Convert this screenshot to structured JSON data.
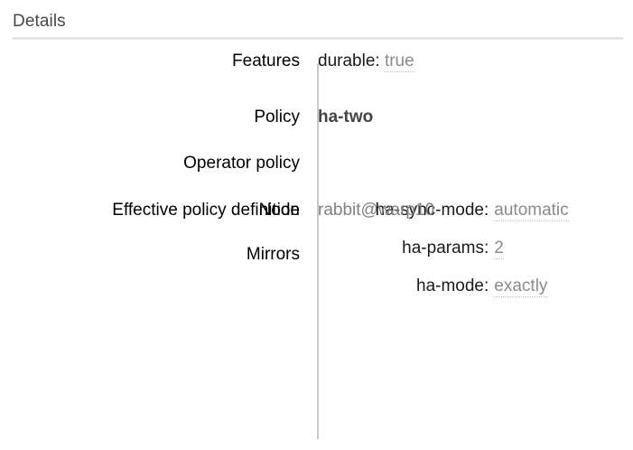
{
  "panel": {
    "title": "Details"
  },
  "rows": [
    {
      "label": "Features",
      "kind": "pairs",
      "pairs": [
        {
          "key": "durable",
          "colon": ":",
          "value": "true",
          "style": "muted"
        }
      ]
    },
    {
      "label": "Policy",
      "kind": "bold",
      "value": "ha-two"
    },
    {
      "label": "Operator policy",
      "kind": "empty",
      "value": ""
    },
    {
      "label": "Effective policy definition",
      "kind": "kvtable",
      "pairs": [
        {
          "key": "ha-sync-mode",
          "colon": ":",
          "value": "automatic",
          "style": "muted"
        },
        {
          "key": "ha-params",
          "colon": ":",
          "value": "2",
          "style": "muted"
        },
        {
          "key": "ha-mode",
          "colon": ":",
          "value": "exactly",
          "style": "muted"
        }
      ]
    },
    {
      "label": "Node",
      "kind": "plain",
      "value": "rabbit@warp10"
    },
    {
      "label": "Mirrors",
      "kind": "empty",
      "value": ""
    }
  ],
  "colors": {
    "title": "#484848",
    "rule": "#e3e3e3",
    "divider": "#c9c9c9",
    "label": "#000000",
    "value_muted": "#8a8a8a",
    "value_plain": "#7f7f7f",
    "value_bold": "#444444",
    "background": "#ffffff"
  }
}
